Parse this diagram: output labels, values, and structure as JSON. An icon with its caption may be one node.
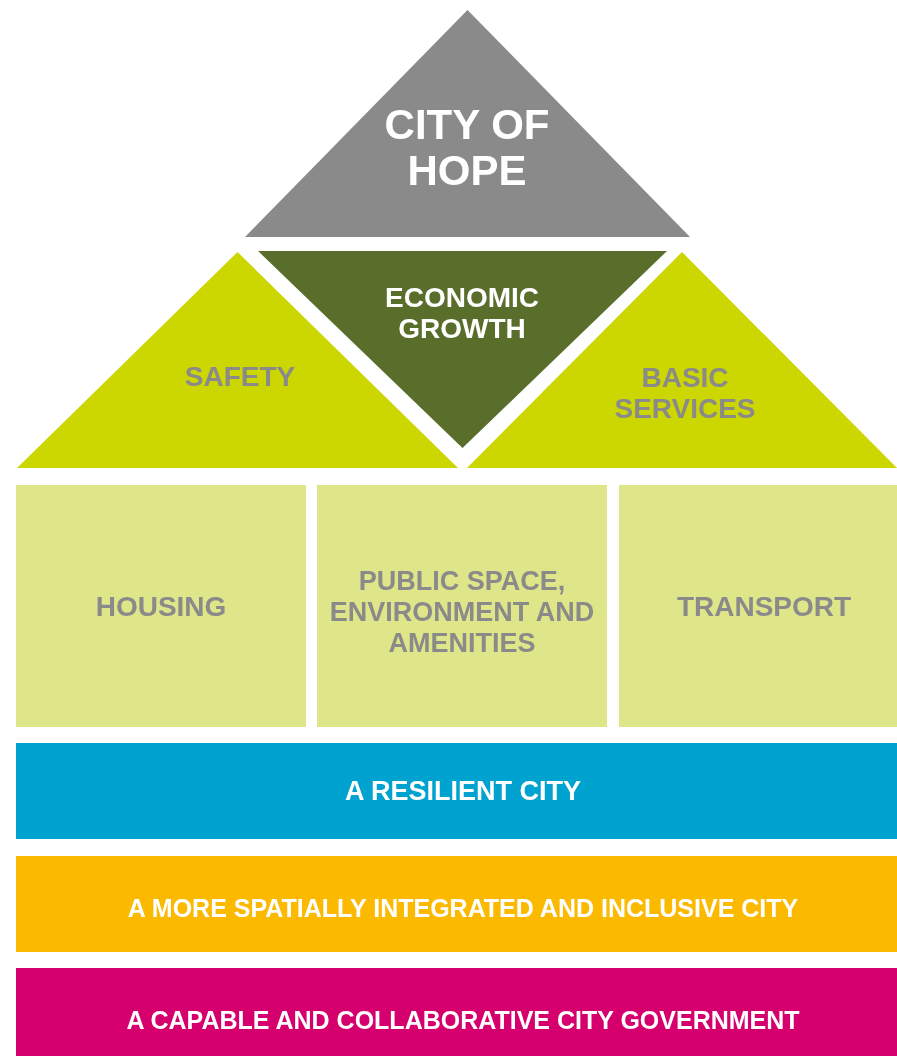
{
  "diagram": {
    "nodes": [
      {
        "text": [
          "CITY OF HOPE"
        ]
      },
      {
        "text": [
          "SAFETY"
        ]
      },
      {
        "text": [
          "ECONOMIC GROWTH"
        ]
      },
      {
        "text": [
          "BASIC SERVICES"
        ]
      },
      {
        "text": [
          "HOUSING"
        ]
      },
      {
        "text": [
          "PUBLIC SPACE, ENVIRONMENT AND AMENITIES"
        ]
      },
      {
        "text": [
          "TRANSPORT"
        ]
      },
      {
        "text": [
          "A RESILIENT CITY"
        ]
      },
      {
        "text": [
          "A MORE SPATIALLY INTEGRATED AND INCLUSIVE CITY"
        ]
      },
      {
        "text": [
          "A CAPABLE AND COLLABORATIVE CITY GOVERNMENT"
        ]
      }
    ]
  }
}
